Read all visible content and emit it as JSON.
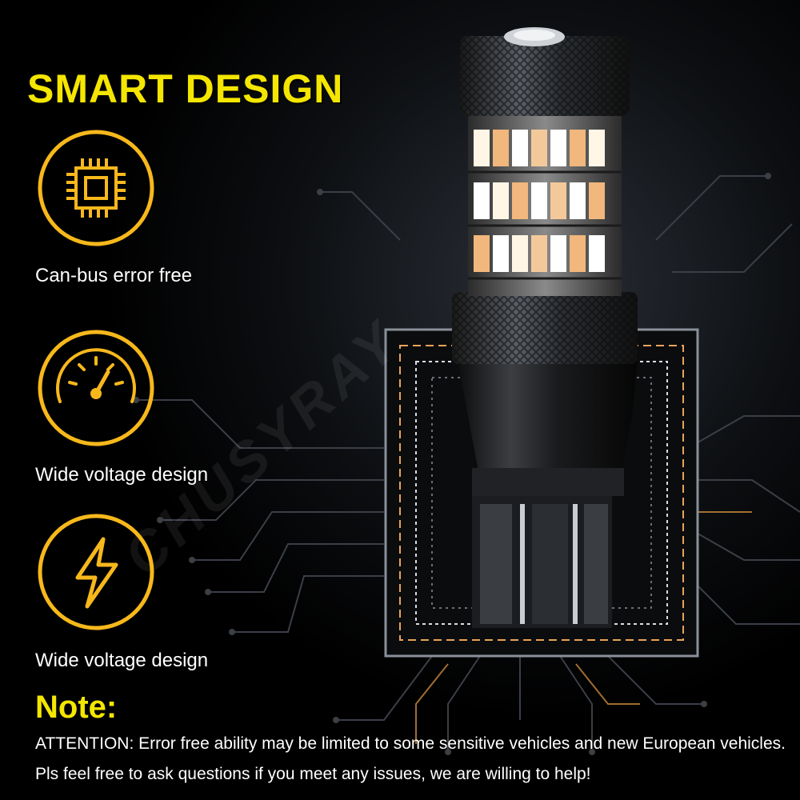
{
  "headline": "SMART DESIGN",
  "features": [
    {
      "label": "Can-bus error free",
      "icon": "chip-icon"
    },
    {
      "label": "Wide voltage design",
      "icon": "gauge-icon"
    },
    {
      "label": "Wide voltage design",
      "icon": "lightning-icon"
    }
  ],
  "note": {
    "title": "Note:",
    "lines": [
      "ATTENTION: Error free ability may be limited to some sensitive vehicles and new European vehicles.",
      "Pls feel free to ask questions if you meet any issues, we are willing to help!"
    ]
  },
  "watermark": "CHUSYRAY",
  "colors": {
    "accent": "#f4e600",
    "icon_ring": "#f7b81c",
    "background": "#000000",
    "text": "#ffffff"
  }
}
